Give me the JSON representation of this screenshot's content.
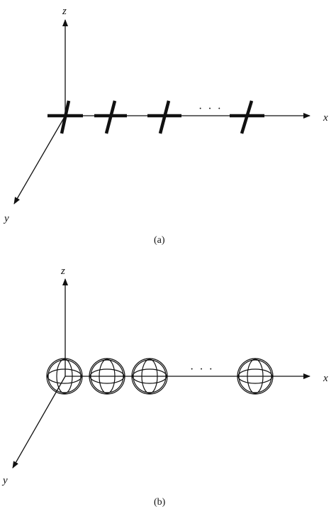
{
  "panel_a": {
    "caption": "(a)",
    "axis_x": "x",
    "axis_y": "y",
    "axis_z": "z",
    "ellipsis": "· · ·",
    "element_shape": "dipole-cross",
    "element_count": 4
  },
  "panel_b": {
    "caption": "(b)",
    "axis_x": "x",
    "axis_y": "y",
    "axis_z": "z",
    "ellipsis": "· · ·",
    "element_shape": "sphere",
    "element_count": 4
  },
  "colors": {
    "ink": "#111111",
    "background": "#ffffff"
  }
}
